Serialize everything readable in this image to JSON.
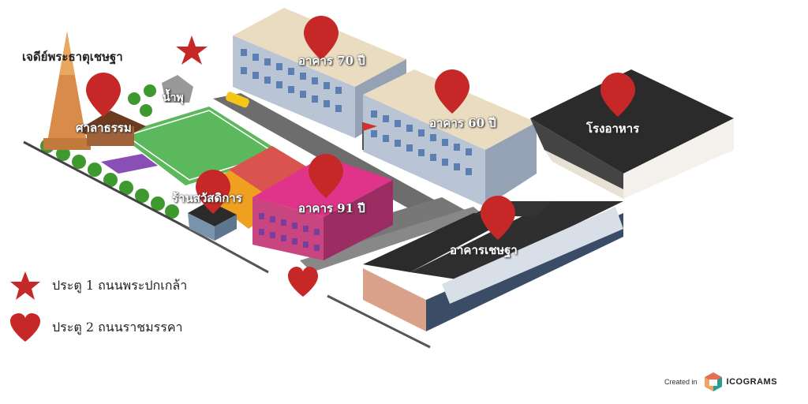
{
  "places": {
    "chedi": "เจดีย์พระธาตุเชษฐา",
    "water": "น้ำพุ",
    "sala": "ศาลาธรรม",
    "building70": "อาคาร 70 ปี",
    "building60": "อาคาร 60 ปี",
    "canteen": "โรงอาหาร",
    "shop": "ร้านสวัสดิการ",
    "building91": "อาคาร 91 ปี",
    "chettha": "อาคารเชษฐา"
  },
  "legend": {
    "gate1": "ประตู 1 ถนนพระปกเกล้า",
    "gate1_icon": "star-icon",
    "gate2": "ประตู 2 ถนนราชมรรคา",
    "gate2_icon": "heart-icon"
  },
  "credit": {
    "prefix": "Created in",
    "brand": "ICOGRAMS"
  },
  "colors": {
    "marker": "#c62828",
    "roof": "#2b2b2b",
    "building_pink": "#d63384",
    "field": "#5cb85c",
    "court": "#f0a020"
  }
}
